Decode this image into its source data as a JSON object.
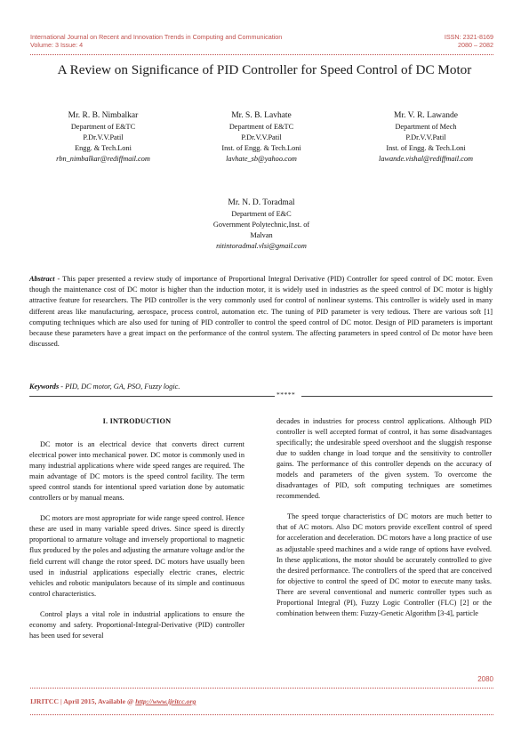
{
  "header": {
    "journal": "International Journal on Recent and Innovation Trends in Computing and Communication",
    "volume": "Volume: 3 Issue: 4",
    "issn": "ISSN: 2321-8169",
    "pages": "2080 – 2082"
  },
  "title": "A Review on Significance of PID Controller for Speed Control of DC Motor",
  "authors": [
    {
      "name": "Mr. R. B. Nimbalkar",
      "dept": "Department of E&TC",
      "inst1": "P.Dr.V.V.Patil",
      "inst2": "Engg. & Tech.Loni",
      "email": "rbn_nimbalkar@rediffmail.com"
    },
    {
      "name": "Mr. S. B. Lavhate",
      "dept": "Department of E&TC",
      "inst1": "P.Dr.V.V.Patil",
      "inst2": "Inst. of Engg. & Tech.Loni",
      "email": "lavhate_sb@yahoo.com"
    },
    {
      "name": "Mr. V. R. Lawande",
      "dept": "Department of Mech",
      "inst1": "P.Dr.V.V.Patil",
      "inst2": "Inst. of Engg. & Tech.Loni",
      "email": "lawande.vishal@rediffmail.com"
    },
    {
      "name": "Mr. N. D. Toradmal",
      "dept": "Department of E&C",
      "inst1": "Government Polytechnic,Inst. of",
      "inst2": "Malvan",
      "email": "nitintoradmal.vlsi@gmail.com"
    }
  ],
  "abstract": {
    "label": "Abstract",
    "text": " - This paper presented a review study of importance of Proportional Integral Derivative (PID) Controller for speed control of DC motor. Even though the maintenance cost of DC motor is higher than the induction motor, it is widely used in industries as the speed control of DC motor is highly attractive feature for researchers. The PID controller is the very commonly used for control of nonlinear systems. This controller is widely used in many different areas like manufacturing, aerospace, process control, automation etc. The tuning of PID parameter is very tedious. There are various soft [1] computing techniques which are also used for tuning of PID controller to control the speed control of DC motor. Design of PID parameters is important because these parameters have a great impact on the performance of the control system. The affecting parameters in speed control of Dc motor have been discussed."
  },
  "keywords": {
    "label": "Keywords",
    "text": " - PID, DC motor, GA, PSO, Fuzzy logic."
  },
  "separator": "*****",
  "section": {
    "heading": "I.      INTRODUCTION",
    "left_paragraphs": [
      "DC motor is an electrical device that converts direct current electrical power into mechanical power. DC motor is commonly used in many industrial applications where wide speed ranges are required. The main advantage of DC motors is the speed control facility. The term speed control stands for intentional speed variation done by automatic controllers or by manual means.",
      "DC motors are most appropriate for wide range speed control. Hence these are used in many variable speed drives. Since speed is directly proportional to armature voltage and inversely proportional to magnetic flux produced by the poles and adjusting the armature voltage and/or the field current will change the rotor speed. DC motors have usually been used in industrial applications especially electric cranes, electric vehicles and robotic manipulators because of its simple and continuous control characteristics.",
      "Control plays a vital role in industrial applications to ensure the economy and safety. Proportional-Integral-Derivative (PID) controller has been used for several"
    ],
    "right_paragraphs": [
      "decades in industries for process control applications. Although PID controller is well accepted format of control, it has some disadvantages specifically; the undesirable speed overshoot and the sluggish response due to sudden change in load torque and the sensitivity to controller gains. The performance of this controller depends on the accuracy of models and parameters of the given system. To overcome the disadvantages of PID, soft computing techniques are sometimes recommended.",
      "The speed torque characteristics of DC motors are much better to that of AC motors. Also DC motors provide excellent control of speed for acceleration and deceleration. DC motors have a long practice of use as adjustable speed machines and a wide range of options have evolved. In these applications, the motor should be accurately controlled to give the desired performance. The controllers of the speed that are conceived for objective to control the speed of DC motor to execute many tasks. There are several conventional and numeric controller types such as Proportional Integral (PI), Fuzzy Logic Controller (FLC) [2] or the combination between them:  Fuzzy-Genetic Algorithm [3-4], particle"
    ]
  },
  "page_number": "2080",
  "footer": {
    "text": "IJRITCC | April 2015, Available @ ",
    "link": "http://www.ijritcc.org"
  }
}
